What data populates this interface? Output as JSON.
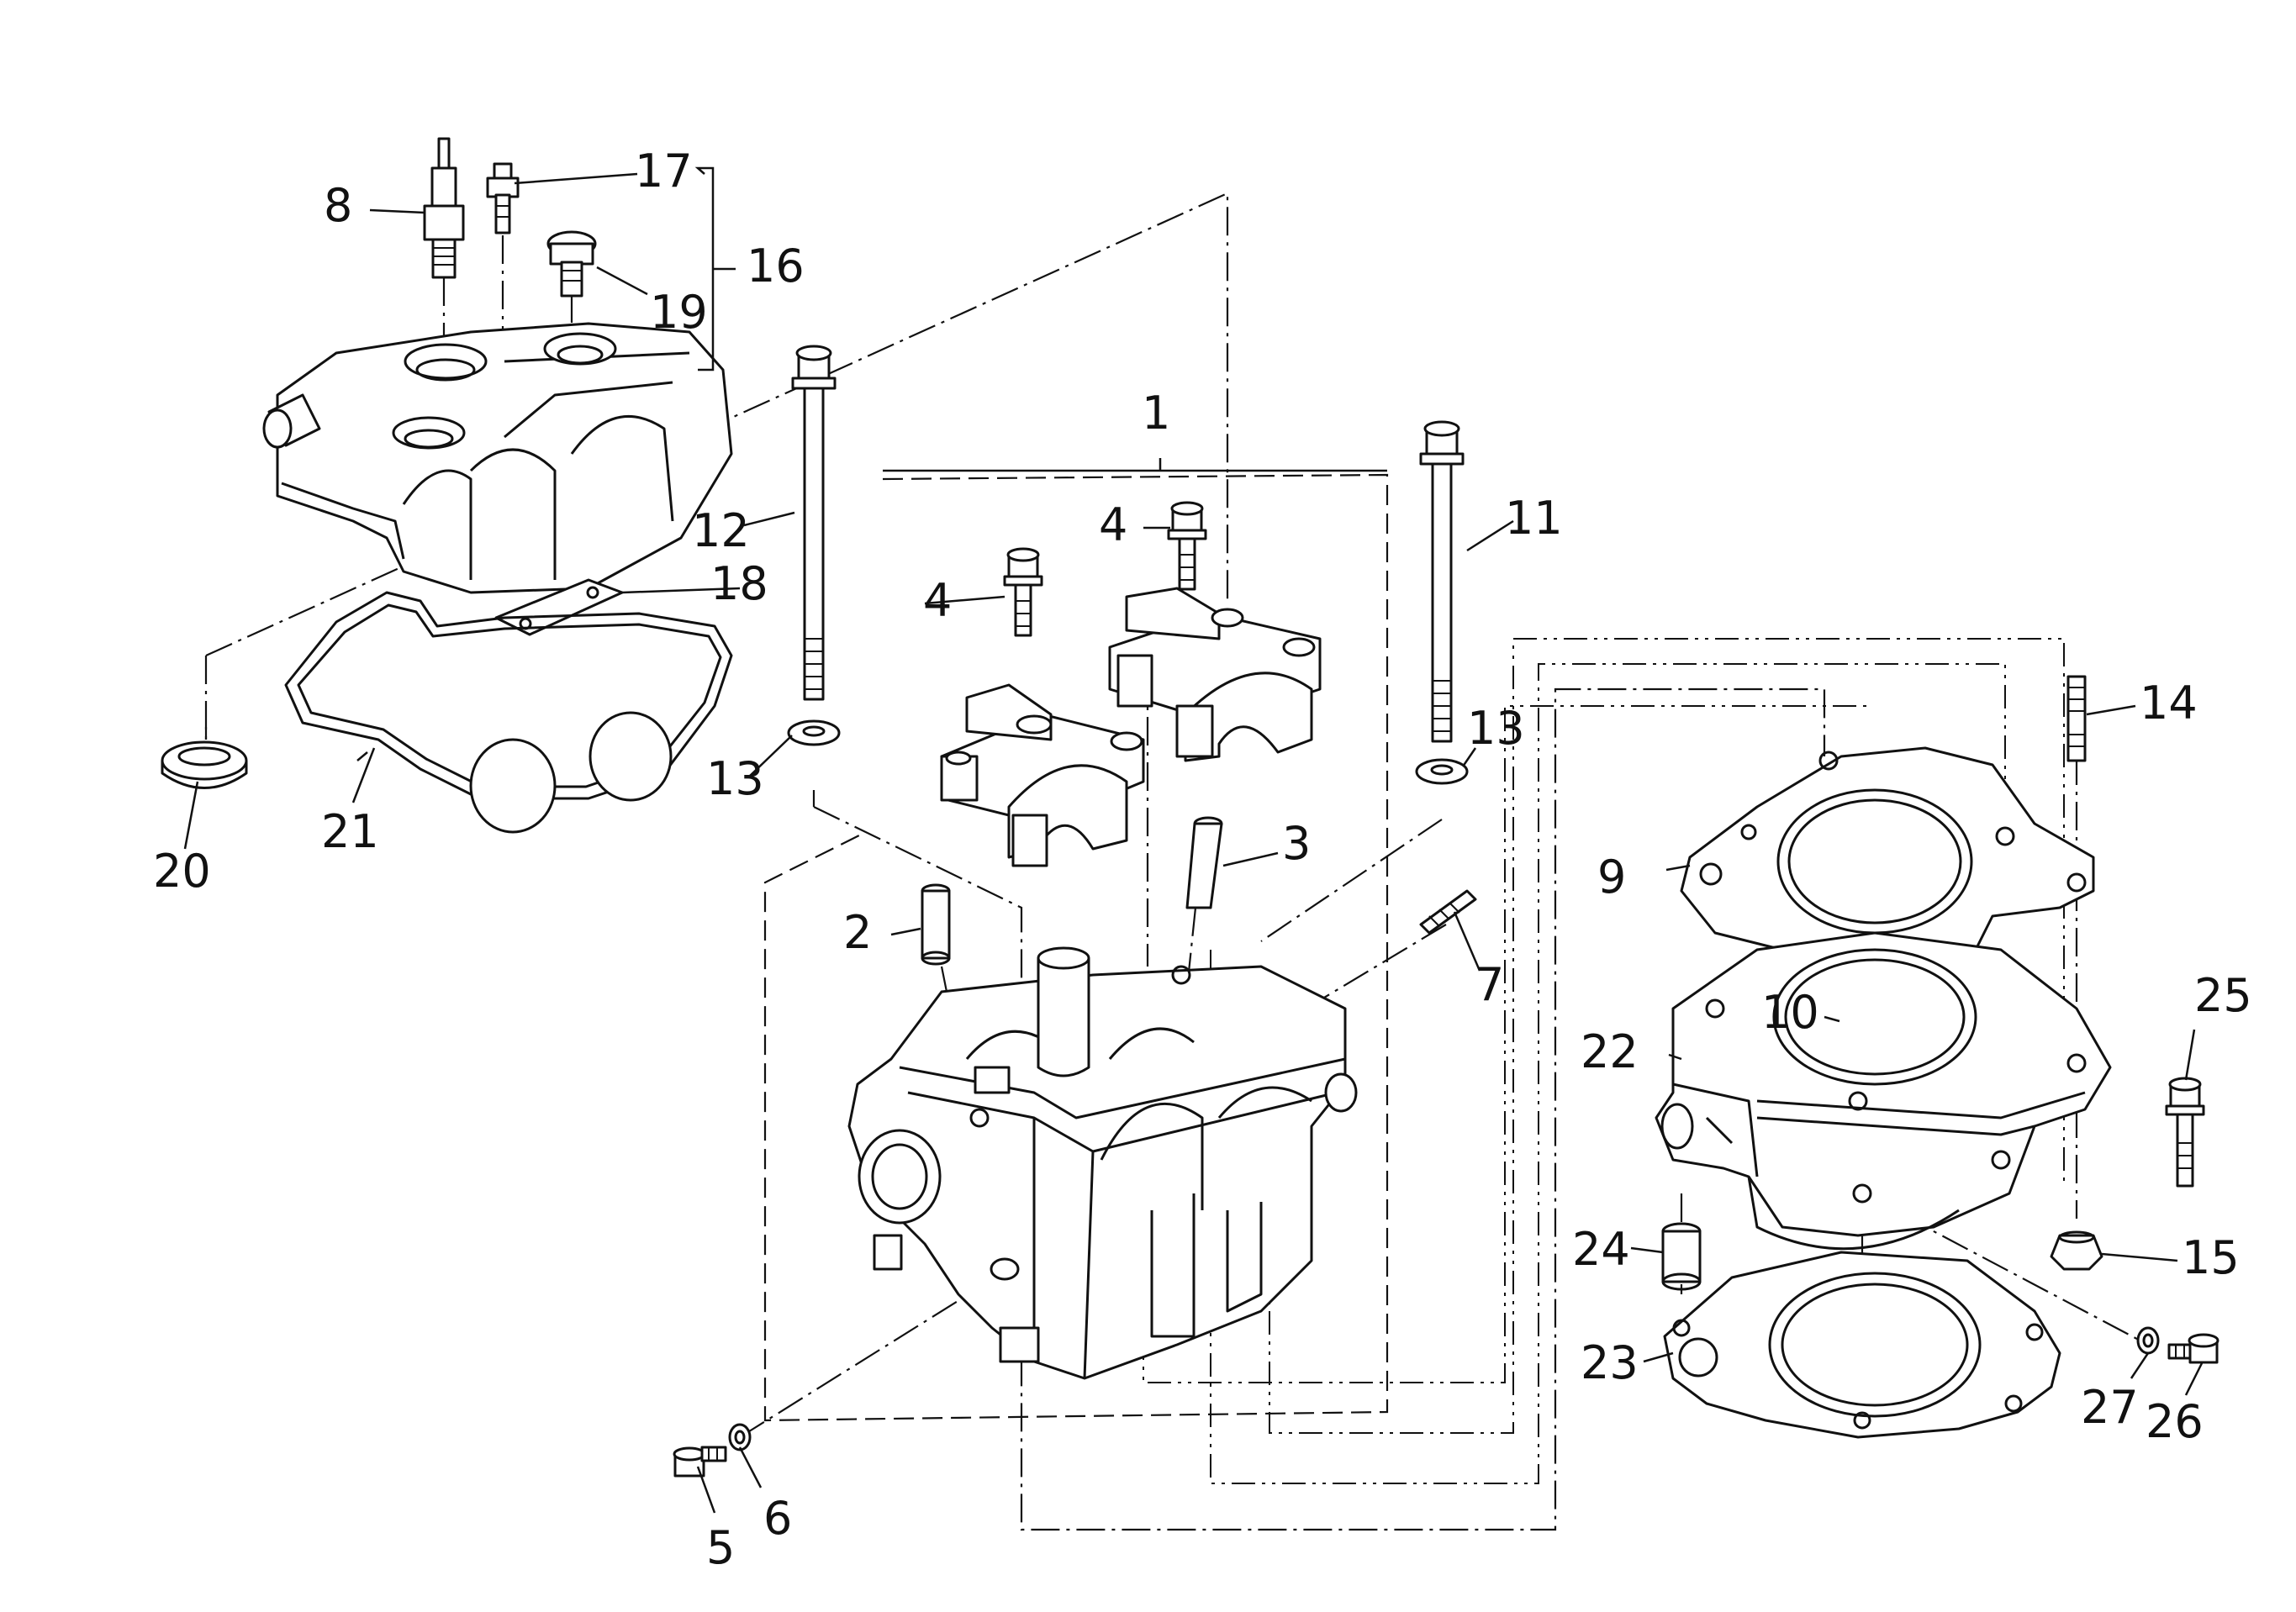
{
  "callouts": {
    "c1": "1",
    "c2": "2",
    "c3": "3",
    "c4a": "4",
    "c4b": "4",
    "c5": "5",
    "c6": "6",
    "c7": "7",
    "c8": "8",
    "c9": "9",
    "c10": "10",
    "c11": "11",
    "c12": "12",
    "c13a": "13",
    "c13b": "13",
    "c14": "14",
    "c15": "15",
    "c16": "16",
    "c17": "17",
    "c18": "18",
    "c19": "19",
    "c20": "20",
    "c21": "21",
    "c22": "22",
    "c23": "23",
    "c24": "24",
    "c25": "25",
    "c26": "26",
    "c27": "27"
  }
}
